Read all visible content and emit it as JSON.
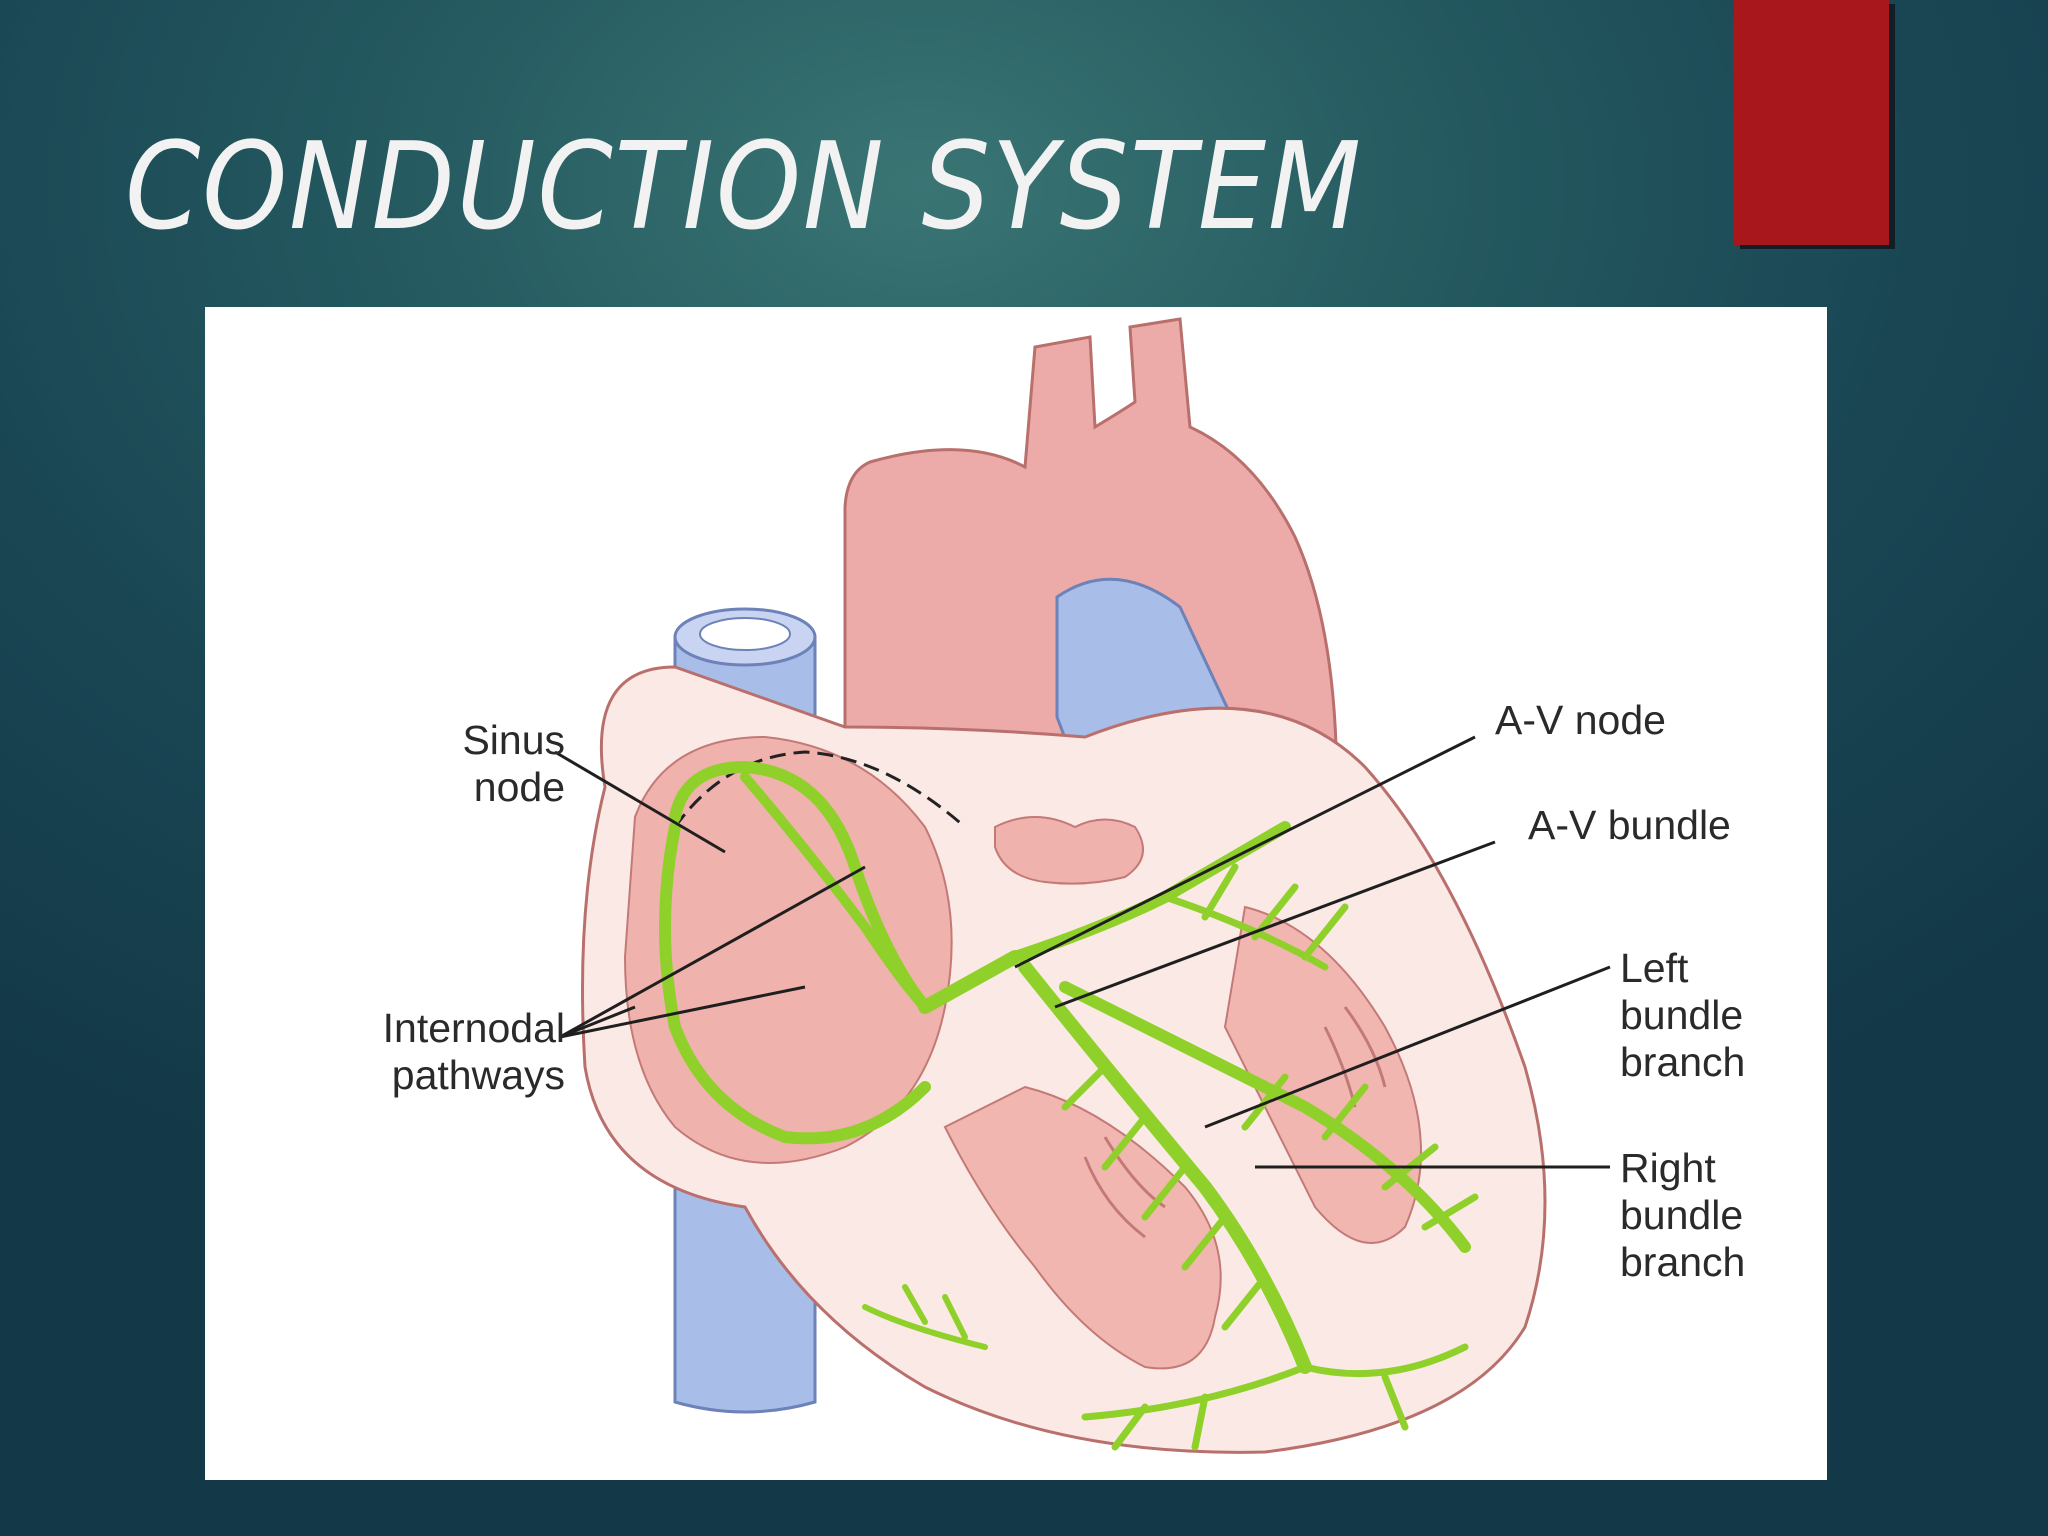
{
  "slide": {
    "title": "CONDUCTION SYSTEM"
  },
  "colors": {
    "background": "#1e4e5a",
    "accent_bar": "#a8171b",
    "heart_pink": "#e9a7a4",
    "vessel_blue": "#9fb4e0",
    "conduction_green": "#8fd12a"
  },
  "diagram": {
    "labels": {
      "sinus_node": "Sinus\nnode",
      "internodal_pathways": "Internodal\npathways",
      "av_node": "A-V node",
      "av_bundle": "A-V bundle",
      "left_bundle_branch": "Left\nbundle\nbranch",
      "right_bundle_branch": "Right\nbundle\nbranch"
    }
  }
}
